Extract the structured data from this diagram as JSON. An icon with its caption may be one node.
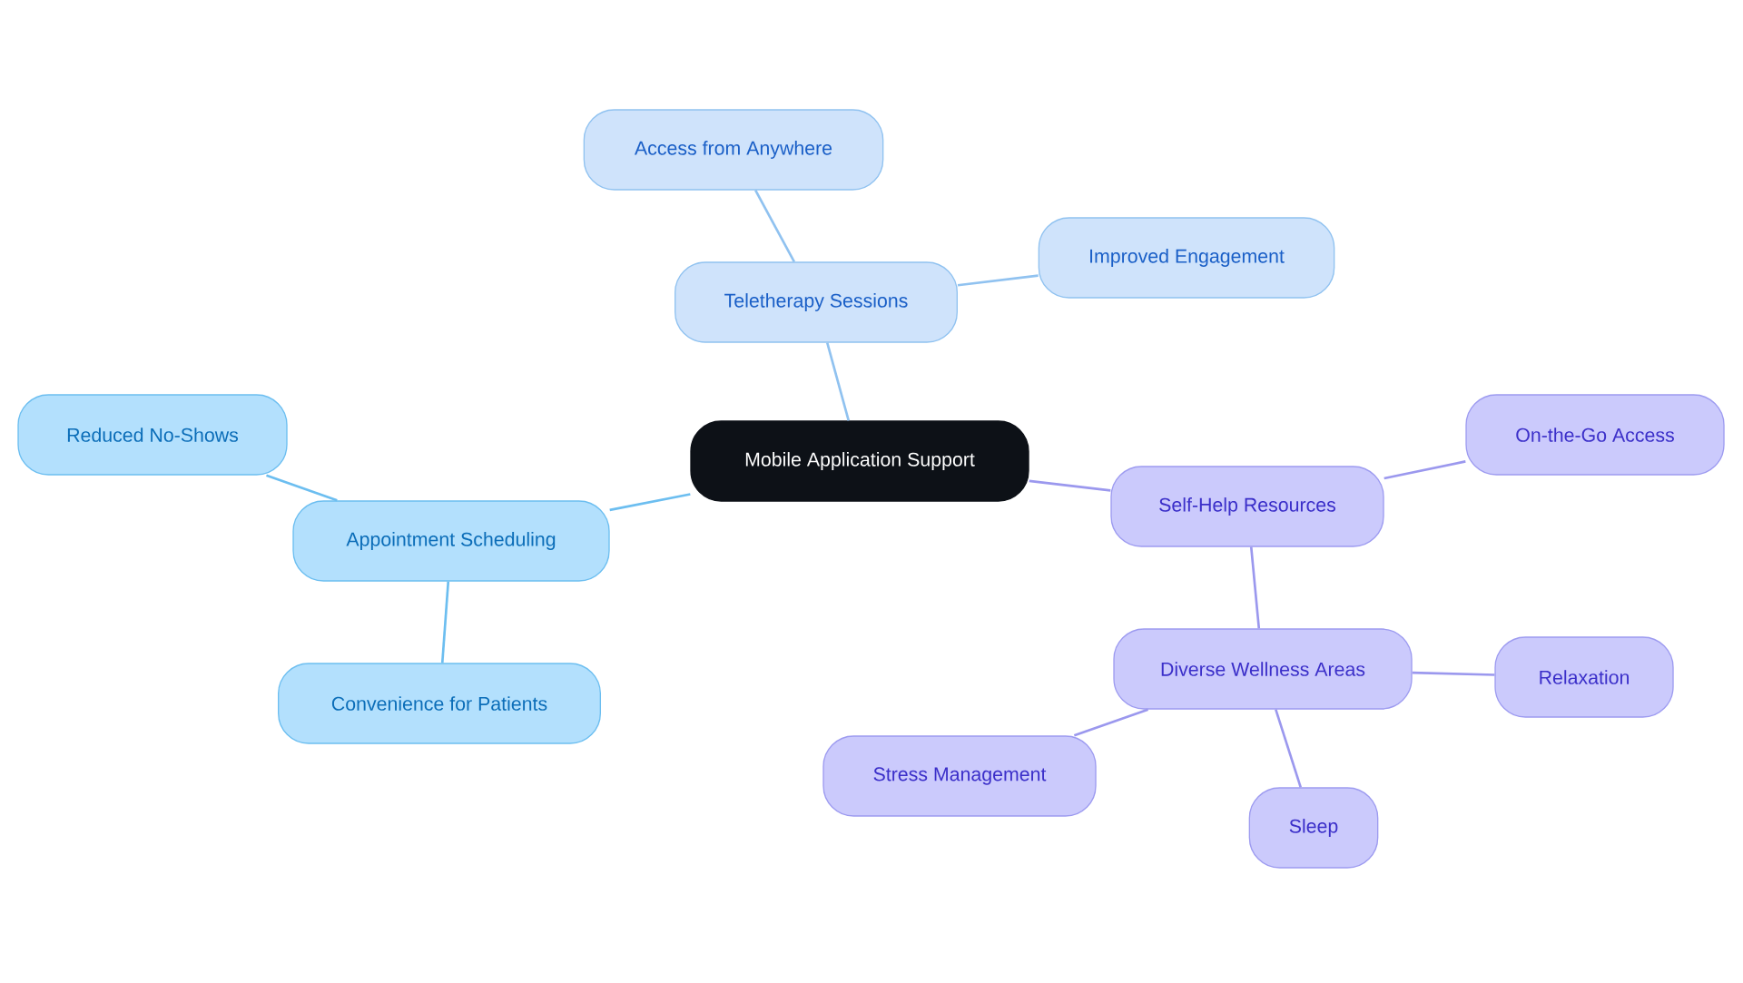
{
  "diagram": {
    "nodes": [
      {
        "text": [
          "Mobile Application Support"
        ]
      },
      {
        "text": [
          "Teletherapy Sessions"
        ]
      },
      {
        "text": [
          "Access from Anywhere"
        ]
      },
      {
        "text": [
          "Improved Engagement"
        ]
      },
      {
        "text": [
          "Appointment Scheduling"
        ]
      },
      {
        "text": [
          "Reduced No-Shows"
        ]
      },
      {
        "text": [
          "Convenience for Patients"
        ]
      },
      {
        "text": [
          "Self-Help Resources"
        ]
      },
      {
        "text": [
          "On-the-Go Access"
        ]
      },
      {
        "text": [
          "Diverse Wellness Areas"
        ]
      },
      {
        "text": [
          "Relaxation"
        ]
      },
      {
        "text": [
          "Stress Management"
        ]
      },
      {
        "text": [
          "Sleep"
        ]
      }
    ],
    "edges": [
      {
        "from": 0,
        "to": 1,
        "arrow": "none",
        "color": "#90c2f0"
      },
      {
        "from": 1,
        "to": 2,
        "arrow": "none",
        "color": "#90c2f0"
      },
      {
        "from": 1,
        "to": 3,
        "arrow": "none",
        "color": "#90c2f0"
      },
      {
        "from": 0,
        "to": 4,
        "arrow": "none",
        "color": "#6cbef0"
      },
      {
        "from": 4,
        "to": 5,
        "arrow": "none",
        "color": "#6cbef0"
      },
      {
        "from": 4,
        "to": 6,
        "arrow": "none",
        "color": "#6cbef0"
      },
      {
        "from": 0,
        "to": 7,
        "arrow": "none"
      },
      {
        "from": 7,
        "to": 8,
        "arrow": "none"
      },
      {
        "from": 7,
        "to": 9,
        "arrow": "none"
      },
      {
        "from": 9,
        "to": 10,
        "arrow": "none"
      },
      {
        "from": 9,
        "to": 11,
        "arrow": "none"
      },
      {
        "from": 9,
        "to": 12,
        "arrow": "none"
      }
    ]
  }
}
